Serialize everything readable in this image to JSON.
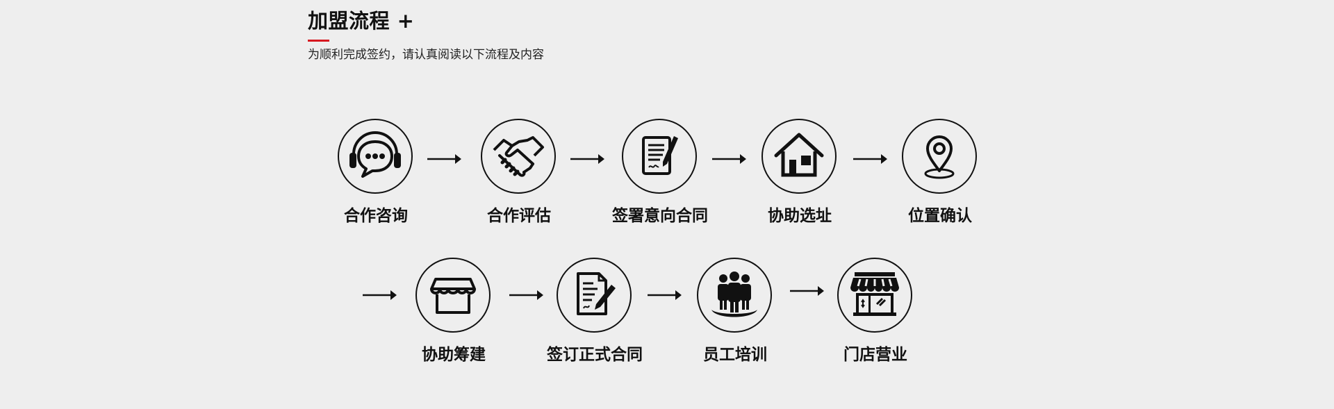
{
  "header": {
    "title": "加盟流程 +",
    "subtitle": "为顺利完成签约，请认真阅读以下流程及内容",
    "accent_color": "#d71820"
  },
  "steps": [
    {
      "label": "合作咨询",
      "icon": "headset-chat-icon"
    },
    {
      "label": "合作评估",
      "icon": "handshake-icon"
    },
    {
      "label": "签署意向合同",
      "icon": "sign-document-icon"
    },
    {
      "label": "协助选址",
      "icon": "house-icon"
    },
    {
      "label": "位置确认",
      "icon": "location-pin-icon"
    },
    {
      "label": "协助筹建",
      "icon": "store-awning-icon"
    },
    {
      "label": "签订正式合同",
      "icon": "contract-pen-icon"
    },
    {
      "label": "员工培训",
      "icon": "team-icon"
    },
    {
      "label": "门店营业",
      "icon": "storefront-icon"
    }
  ]
}
